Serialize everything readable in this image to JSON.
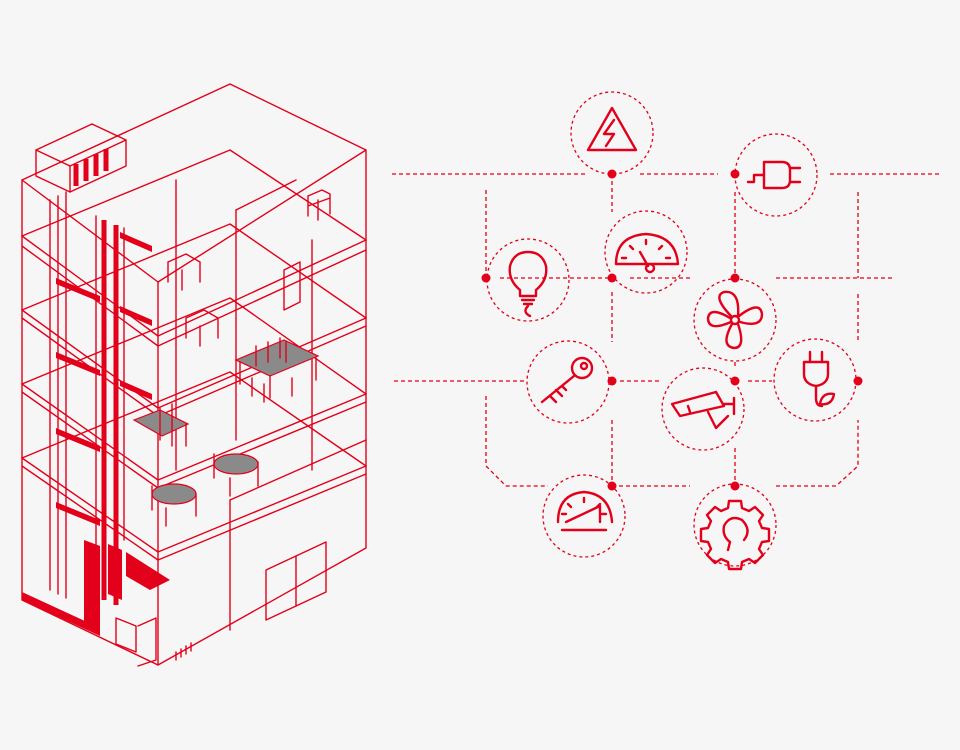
{
  "colors": {
    "accent": "#e2001a",
    "background": "#f6f6f6",
    "furniture": "#8a8a8a"
  },
  "building": {
    "icon": "isometric-building-icon"
  },
  "network": {
    "nodes": [
      {
        "id": "power",
        "icon": "high-voltage-icon",
        "cx": 0,
        "cy": 0
      },
      {
        "id": "plug",
        "icon": "power-plug-icon"
      },
      {
        "id": "lighting",
        "icon": "light-bulb-icon"
      },
      {
        "id": "meter",
        "icon": "gauge-meter-icon"
      },
      {
        "id": "ventilation",
        "icon": "fan-icon"
      },
      {
        "id": "access",
        "icon": "key-icon"
      },
      {
        "id": "security",
        "icon": "security-camera-icon"
      },
      {
        "id": "eco-energy",
        "icon": "eco-plug-icon"
      },
      {
        "id": "consumption",
        "icon": "speedometer-icon"
      },
      {
        "id": "maintenance",
        "icon": "gear-wrench-icon"
      }
    ]
  }
}
